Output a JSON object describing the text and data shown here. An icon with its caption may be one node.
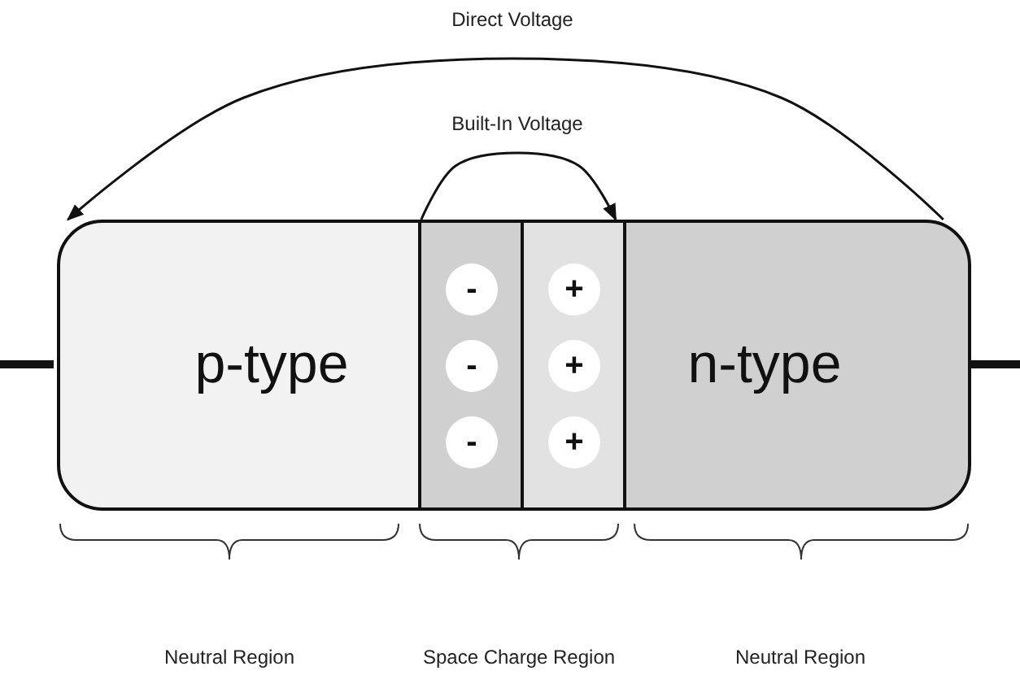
{
  "diagram": {
    "nodes": [
      {
        "text": [
          "p-type"
        ]
      },
      {
        "text": [],
        "shape": "box"
      },
      {
        "text": [
          "-"
        ],
        "in": 1
      },
      {
        "text": [
          "-"
        ],
        "in": 1
      },
      {
        "text": [
          "-"
        ],
        "in": 1
      },
      {
        "text": [],
        "shape": "box"
      },
      {
        "text": [
          "+"
        ],
        "in": 5
      },
      {
        "text": [
          "+"
        ],
        "in": 5
      },
      {
        "text": [
          "+"
        ],
        "in": 5
      },
      {
        "text": [
          "n-type"
        ]
      }
    ],
    "edges": [
      {
        "from": 9,
        "to": 0,
        "arrow": "to",
        "label": "Direct Voltage"
      },
      {
        "from": 1,
        "to": 5,
        "arrow": "to",
        "label": "Built-In Voltage"
      }
    ],
    "labels": [
      "Neutral Region",
      "Space Charge Region",
      "Neutral Region"
    ]
  }
}
